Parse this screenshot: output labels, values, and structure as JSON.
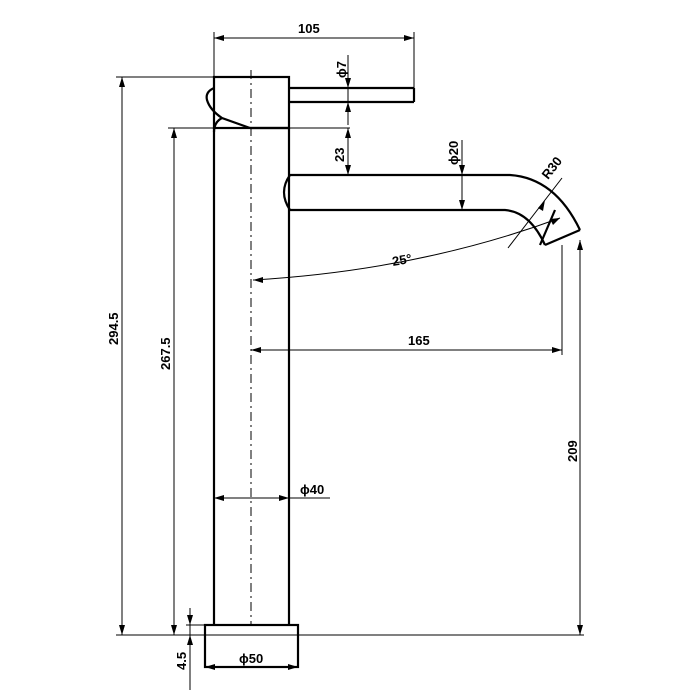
{
  "dimensions": {
    "top_width": "105",
    "handle_dia": "ϕ7",
    "handle_offset": "23",
    "spout_dia": "ϕ20",
    "bend_radius": "R30",
    "spout_angle": "25°",
    "spout_reach": "165",
    "total_height": "294.5",
    "body_height": "267.5",
    "outlet_height": "209",
    "body_dia": "ϕ40",
    "base_dia": "ϕ50",
    "base_height": "4.5"
  }
}
